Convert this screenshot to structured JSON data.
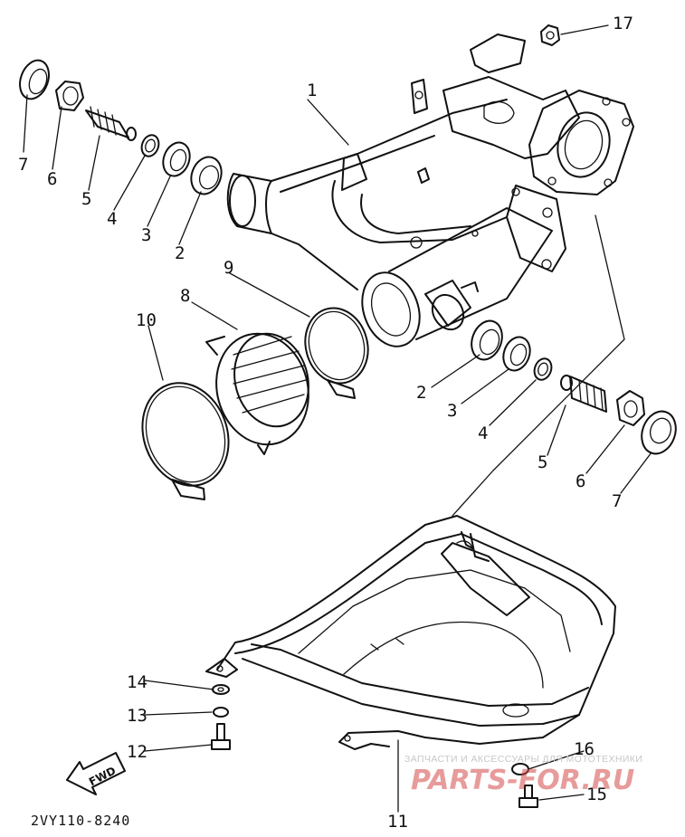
{
  "diagram": {
    "drawing_code": "2VY110-8240",
    "direction_marker": "FWD",
    "parts": [
      {
        "number": "1"
      },
      {
        "number": "2"
      },
      {
        "number": "3"
      },
      {
        "number": "4"
      },
      {
        "number": "5"
      },
      {
        "number": "6"
      },
      {
        "number": "7"
      },
      {
        "number": "8"
      },
      {
        "number": "9"
      },
      {
        "number": "10"
      },
      {
        "number": "11"
      },
      {
        "number": "12"
      },
      {
        "number": "13"
      },
      {
        "number": "14"
      },
      {
        "number": "15"
      },
      {
        "number": "16"
      },
      {
        "number": "17"
      }
    ],
    "left_stack_labels": [
      "7",
      "6",
      "5",
      "4",
      "3",
      "2"
    ],
    "right_stack_labels": [
      "2",
      "3",
      "4",
      "5",
      "6",
      "7"
    ]
  },
  "watermark": {
    "tagline": "ЗАПЧАСТИ И АКСЕССУАРЫ ДЛЯ МОТОТЕХНИКИ",
    "brand": "PARTS-FOR.RU"
  }
}
